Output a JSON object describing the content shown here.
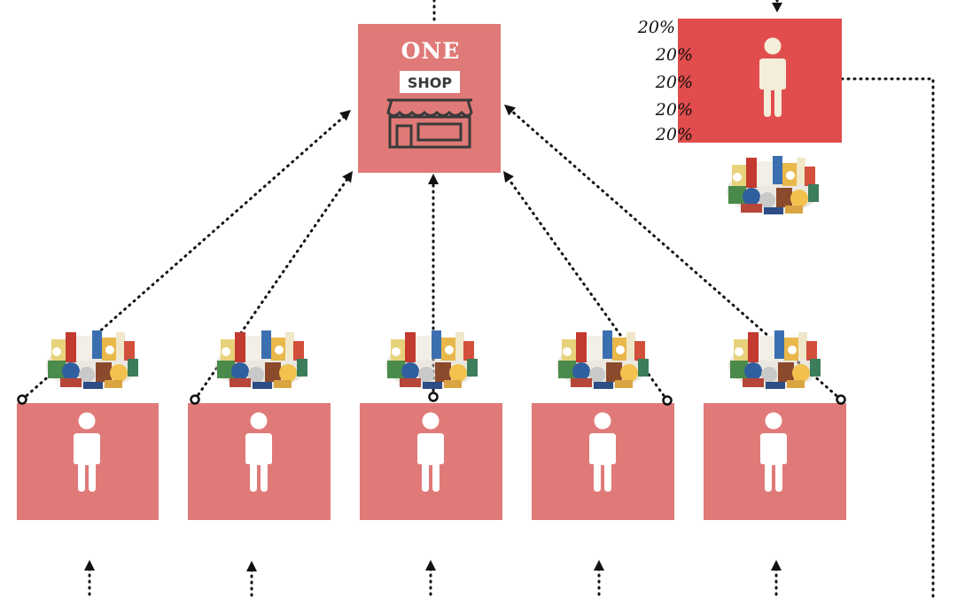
{
  "shop": {
    "title": "ONE",
    "sign": "SHOP",
    "icon": "storefront-icon"
  },
  "colors": {
    "box": "#E07A78",
    "highlight": "#E14D4D",
    "person": "#ffffff",
    "highlight_person": "#F3EDD9",
    "connector": "#111111"
  },
  "highlight_member": {
    "icon": "person-icon",
    "percentages": [
      "20%",
      "20%",
      "20%",
      "20%",
      "20%"
    ]
  },
  "members": [
    {
      "icon": "person-icon",
      "goods_icon": "groceries-image"
    },
    {
      "icon": "person-icon",
      "goods_icon": "groceries-image"
    },
    {
      "icon": "person-icon",
      "goods_icon": "groceries-image"
    },
    {
      "icon": "person-icon",
      "goods_icon": "groceries-image"
    },
    {
      "icon": "person-icon",
      "goods_icon": "groceries-image"
    }
  ]
}
